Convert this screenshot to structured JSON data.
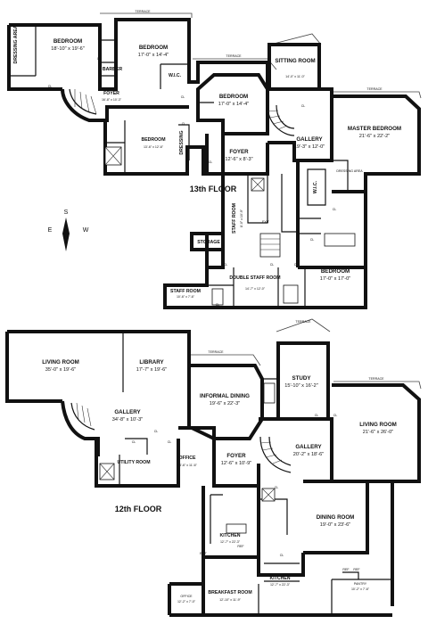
{
  "floors": {
    "upper": "13th FLOOR",
    "lower": "12th FLOOR"
  },
  "compass": {
    "s": "S",
    "e": "E",
    "w": "W",
    "n_icon": "compass-needle-icon"
  },
  "labels": {
    "terrace": "TERRACE",
    "cl": "CL",
    "ref": "REF",
    "exit": "EXIT"
  },
  "rooms13": {
    "dressing_area_left": "DRESSING AREA",
    "bedroom1": {
      "name": "BEDROOM",
      "dims": "18'-10\" x 19'-6\""
    },
    "bedroom2": {
      "name": "BEDROOM",
      "dims": "17'-0\" x 14'-4\""
    },
    "barber": "BARBER",
    "wic1": "W.I.C.",
    "foyer1": {
      "name": "FOYER",
      "dims": "16'-8\" x 10'-3\""
    },
    "bedroom3": {
      "name": "BEDROOM",
      "dims": "17'-0\" x 14'-4\""
    },
    "sitting_room": {
      "name": "SITTING ROOM",
      "dims": "14'-0\" x 11'-0\""
    },
    "master_bedroom": {
      "name": "MASTER BEDROOM",
      "dims": "21'-6\" x 22'-2\""
    },
    "bedroom4": {
      "name": "BEDROOM",
      "dims": "13'-6\" x 12'-6\""
    },
    "dressing_mid": "DRESSING",
    "gallery13": {
      "name": "GALLERY",
      "dims": "19'-3\" x 12'-0\""
    },
    "foyer2": {
      "name": "FOYER",
      "dims": "12'-6\" x 8'-3\""
    },
    "wic2": "W.I.C.",
    "dressing_area_right": "DRESSING AREA",
    "staff_room_small": {
      "name": "STAFF ROOM",
      "dims": "8'-0\" x 10'-9\""
    },
    "storage": "STORAGE",
    "bedroom5": {
      "name": "BEDROOM",
      "dims": "17'-0\" x 17'-0\""
    },
    "double_staff": {
      "name": "DOUBLE STAFF ROOM",
      "dims": "14'-7\" x 12'-0\""
    },
    "staff_room": {
      "name": "STAFF ROOM",
      "dims": "10'-6\" x 7'-6\""
    }
  },
  "rooms12": {
    "living_room1": {
      "name": "LIVING ROOM",
      "dims": "35'-0\" x 19'-6\""
    },
    "library": {
      "name": "LIBRARY",
      "dims": "17'-7\" x 19'-6\""
    },
    "informal_dining": {
      "name": "INFORMAL DINING",
      "dims": "19'-6\" x 22'-3\""
    },
    "study": {
      "name": "STUDY",
      "dims": "15'-10\" x 16'-2\""
    },
    "living_room2": {
      "name": "LIVING ROOM",
      "dims": "21'-6\" x 26'-0\""
    },
    "gallery12a": {
      "name": "GALLERY",
      "dims": "34'-8\" x 10'-3\""
    },
    "gallery12b": {
      "name": "GALLERY",
      "dims": "20'-2\" x 18'-6\""
    },
    "utility": "UTILITY ROOM",
    "office1": {
      "name": "OFFICE",
      "dims": "14'-6\" x 11'-6\""
    },
    "foyer12": {
      "name": "FOYER",
      "dims": "12'-6\" x 10'-9\""
    },
    "dining_room": {
      "name": "DINING ROOM",
      "dims": "19'-0\" x 23'-6\""
    },
    "kitchen1": {
      "name": "KITCHEN",
      "dims": "12'-7\" x 22'-3\""
    },
    "kitchen2": {
      "name": "KITCHEN",
      "dims": "12'-7\" x 22'-3\""
    },
    "breakfast": {
      "name": "BREAKFAST ROOM",
      "dims": "12'-10\" x 11'-9\""
    },
    "office2": {
      "name": "OFFICE",
      "dims": "12'-2\" x 7'-0\""
    },
    "pantry": {
      "name": "PANTRY",
      "dims": "10'-2\" x 7'-6\""
    }
  }
}
